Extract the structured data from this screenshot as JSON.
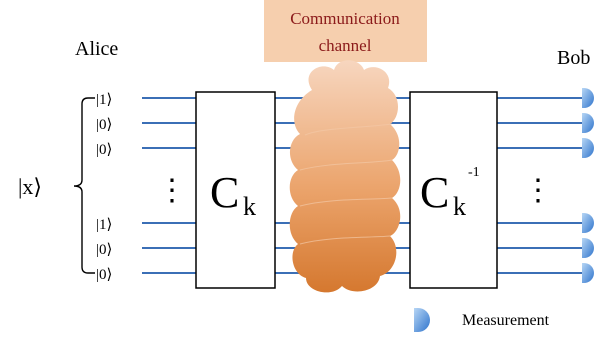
{
  "labels": {
    "alice": "Alice",
    "bob": "Bob",
    "channel_line1": "Communication",
    "channel_line2": "channel",
    "input_state": "|x⟩",
    "encoder": "C",
    "encoder_sub": "k",
    "decoder": "C",
    "decoder_sub": "k",
    "decoder_sup": "-1",
    "measurement": "Measurement"
  },
  "qubits": [
    "|1⟩",
    "|0⟩",
    "|0⟩",
    "|1⟩",
    "|0⟩",
    "|0⟩"
  ],
  "ellipsis": "⋮",
  "colors": {
    "wire": "#3b6fb6",
    "channel_box": "#f6cfae",
    "channel_text": "#8b1a1a",
    "cloud_top": "#f6d2b8",
    "cloud_bottom": "#d87a32",
    "meter_light": "#a9cdf2",
    "meter_dark": "#3c7fd0"
  }
}
